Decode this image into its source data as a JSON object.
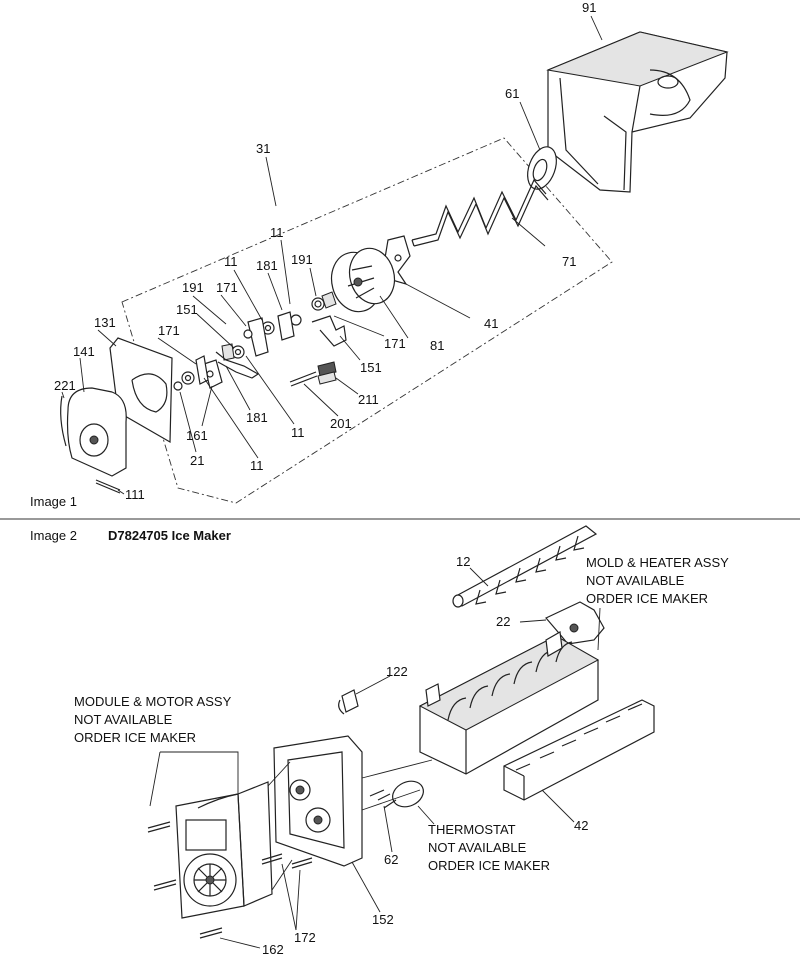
{
  "image1": {
    "caption": "Image 1",
    "callouts": [
      {
        "id": "c91",
        "text": "91"
      },
      {
        "id": "c61",
        "text": "61"
      },
      {
        "id": "c31",
        "text": "31"
      },
      {
        "id": "c11a",
        "text": "11"
      },
      {
        "id": "c191a",
        "text": "191"
      },
      {
        "id": "c11b",
        "text": "11"
      },
      {
        "id": "c181a",
        "text": "181"
      },
      {
        "id": "c71",
        "text": "71"
      },
      {
        "id": "c191b",
        "text": "191"
      },
      {
        "id": "c171a",
        "text": "171"
      },
      {
        "id": "c151a",
        "text": "151"
      },
      {
        "id": "c131",
        "text": "131"
      },
      {
        "id": "c171b",
        "text": "171"
      },
      {
        "id": "c141",
        "text": "141"
      },
      {
        "id": "c41",
        "text": "41"
      },
      {
        "id": "c171c",
        "text": "171"
      },
      {
        "id": "c81",
        "text": "81"
      },
      {
        "id": "c151b",
        "text": "151"
      },
      {
        "id": "c221",
        "text": "221"
      },
      {
        "id": "c181b",
        "text": "181"
      },
      {
        "id": "c211",
        "text": "211"
      },
      {
        "id": "c11c",
        "text": "11"
      },
      {
        "id": "c201",
        "text": "201"
      },
      {
        "id": "c161",
        "text": "161"
      },
      {
        "id": "c21",
        "text": "21"
      },
      {
        "id": "c11d",
        "text": "11"
      },
      {
        "id": "c111",
        "text": "111"
      }
    ]
  },
  "image2": {
    "caption": "Image 2",
    "title": "D7824705 Ice Maker",
    "callouts": [
      {
        "id": "c12",
        "text": "12"
      },
      {
        "id": "c22",
        "text": "22"
      },
      {
        "id": "c122",
        "text": "122"
      },
      {
        "id": "c42",
        "text": "42"
      },
      {
        "id": "c62",
        "text": "62"
      },
      {
        "id": "c152",
        "text": "152"
      },
      {
        "id": "c172",
        "text": "172"
      },
      {
        "id": "c162",
        "text": "162"
      }
    ],
    "notes": {
      "mold": [
        "MOLD & HEATER ASSY",
        "NOT AVAILABLE",
        "ORDER ICE MAKER"
      ],
      "module": [
        "MODULE & MOTOR ASSY",
        "NOT AVAILABLE",
        "ORDER ICE MAKER"
      ],
      "thermostat": [
        "THERMOSTAT",
        "NOT AVAILABLE",
        "ORDER ICE MAKER"
      ]
    }
  }
}
